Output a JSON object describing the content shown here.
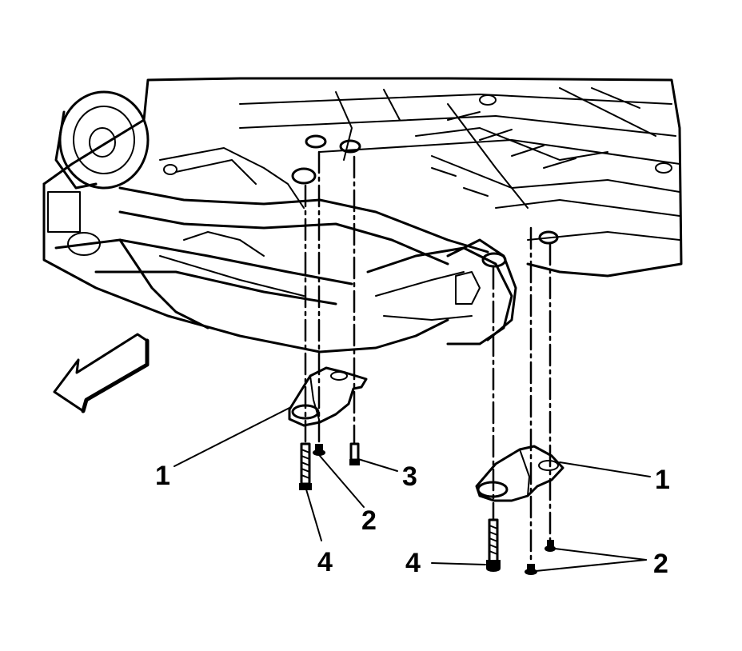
{
  "callouts": {
    "left_bracket": "1",
    "left_upper_bolt": "2",
    "left_small_bolt": "3",
    "left_long_bolt": "4",
    "right_bracket": "1",
    "right_bolts": "2",
    "right_long_bolt": "4"
  },
  "icons": {
    "direction_arrow": "front-direction-arrow-icon"
  }
}
